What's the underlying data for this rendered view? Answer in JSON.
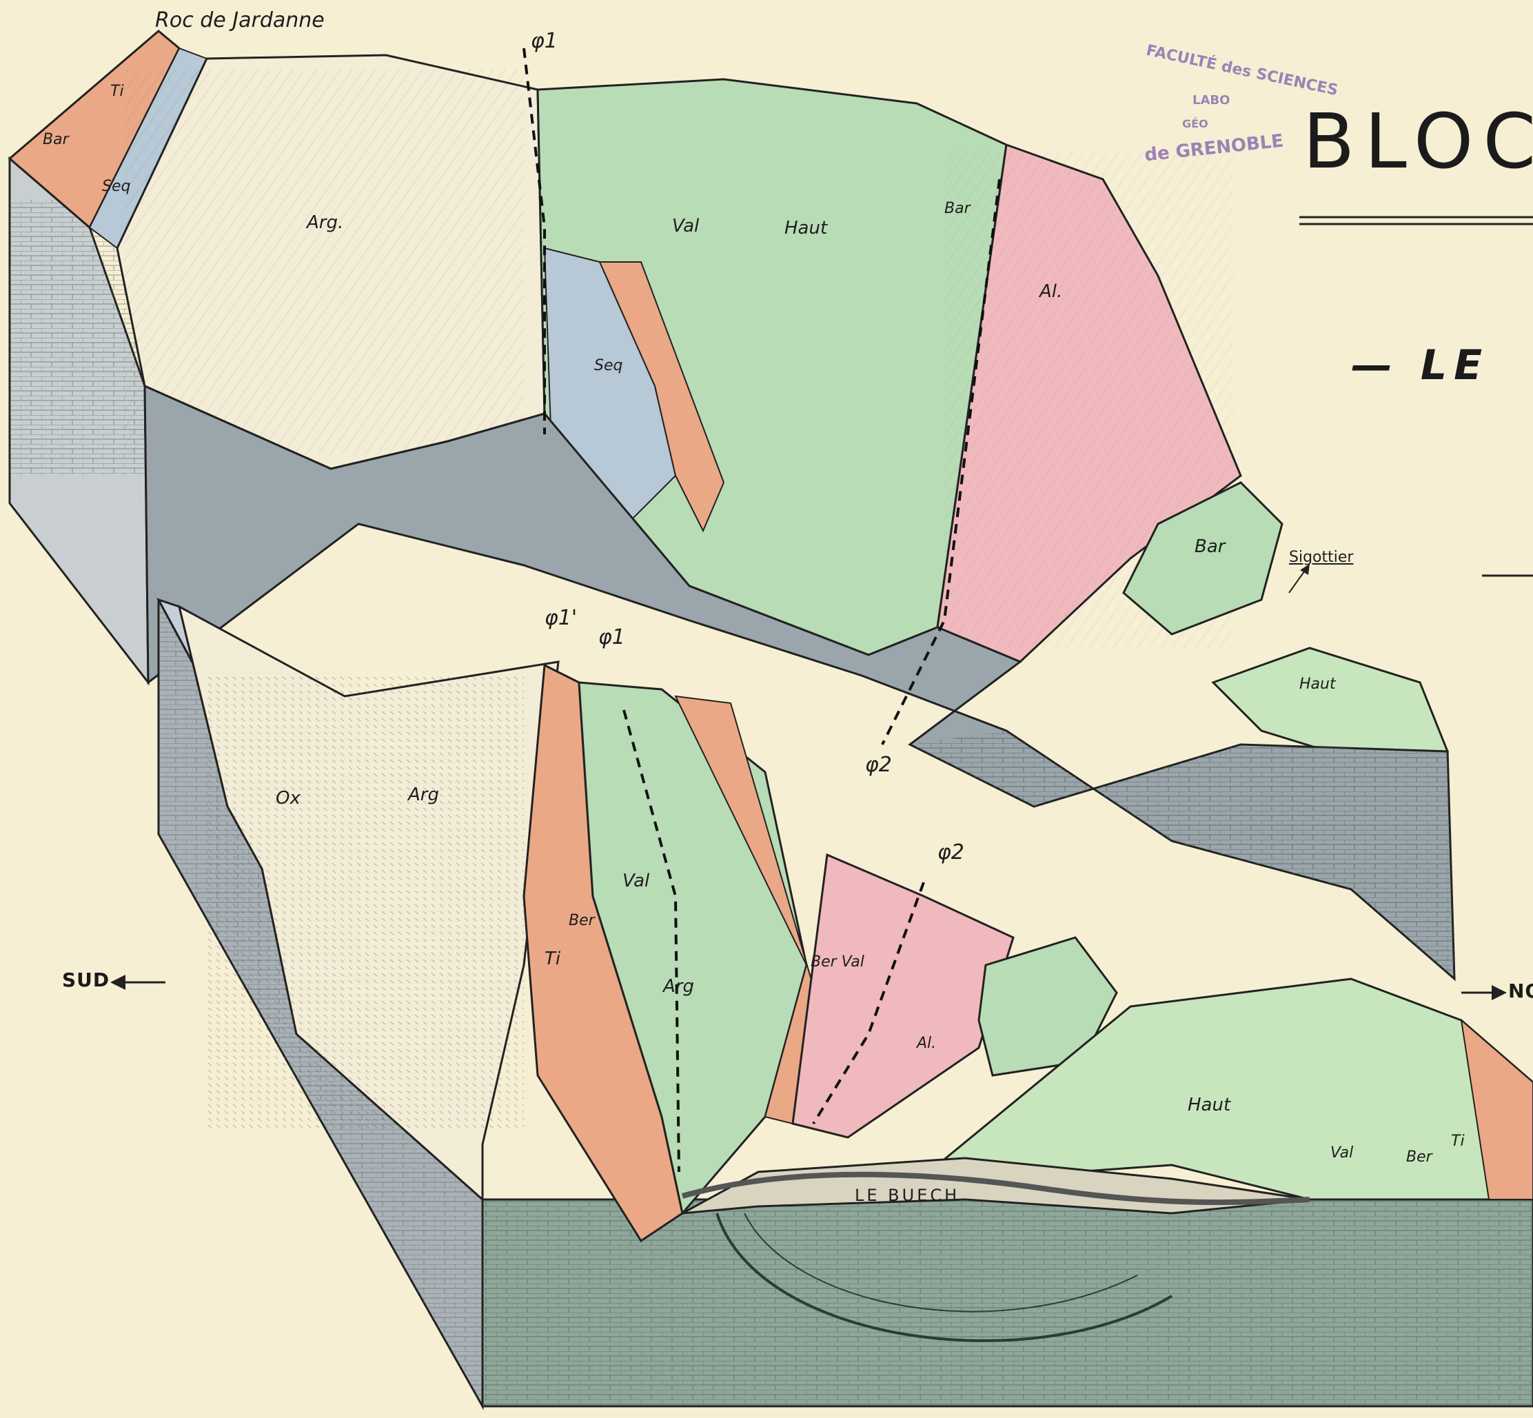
{
  "title": "BLOC",
  "subtitle": "— LE",
  "site_label": "Roc de Jardanne",
  "stamp": {
    "line1": "FACULTÉ des SCIENCES",
    "line2": "LABO",
    "line3": "GÉO",
    "line4": "de GRENOBLE"
  },
  "directions": {
    "south": "SUD",
    "north": "NO"
  },
  "river": "LE BUECH",
  "place": "Sigottier",
  "faults": {
    "phi1": "φ1",
    "phi1_prime": "φ1'",
    "phi2": "φ2"
  },
  "formations": {
    "upper_block": {
      "bar_left": "Bar",
      "ti": "Ti",
      "seq_left": "Seq",
      "arg": "Arg.",
      "val": "Val",
      "haut": "Haut",
      "bar_right": "Bar",
      "al": "Al.",
      "seq_mid": "Seq",
      "bar_low": "Bar",
      "haut_low": "Haut"
    },
    "lower_block": {
      "ox": "Ox",
      "arg": "Arg",
      "val": "Val",
      "ber_left": "Ber",
      "ti": "Ti",
      "arg_low": "Arg",
      "ber_val": "Ber Val",
      "al": "Al.",
      "haut": "Haut",
      "val_right": "Val",
      "ber_right": "Ber",
      "ti_right": "Ti"
    }
  },
  "colors": {
    "paper": "#f6efd4",
    "valanginian_green": "#b8dcb6",
    "hauterivian_green": "#c7e6bd",
    "albian_pink": "#f0b9bd",
    "tithonic_orange": "#eaa886",
    "sequanian_blue": "#b7c8d6",
    "argovian_cream": "#f3ecd6",
    "marl_grey": "#9aa6ab",
    "limestone_green_grey": "#8fa79a",
    "stamp_violet": "#8e6fb0"
  }
}
